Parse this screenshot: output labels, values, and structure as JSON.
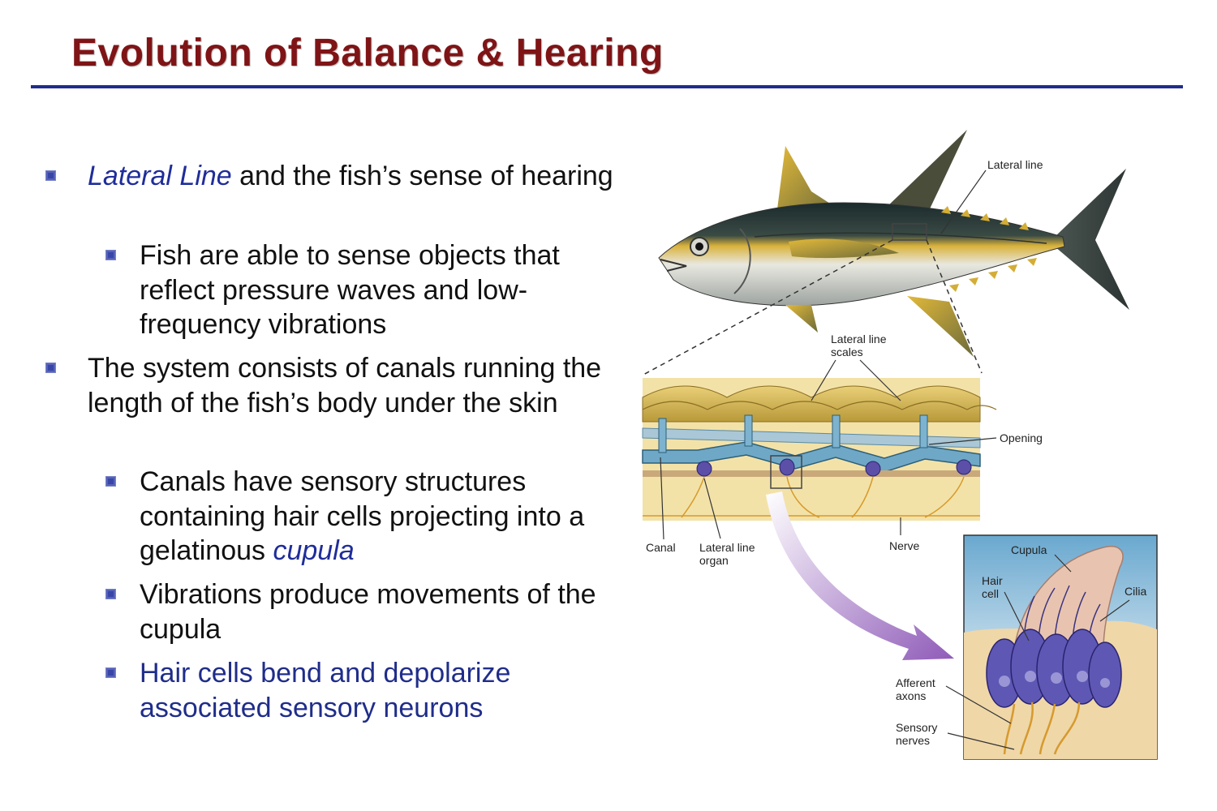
{
  "title": "Evolution of Balance & Hearing",
  "bullets": {
    "b1_em": "Lateral Line",
    "b1_rest": " and the fish’s sense of hearing",
    "b1_sub1": "Fish are able to sense objects that reflect pressure waves and low-frequency vibrations",
    "b2": "The system consists of canals running the length of the fish’s body under the skin",
    "b2_sub1_text": "Canals have sensory structures containing hair cells projecting into a gelatinous ",
    "b2_sub1_em": "cupula",
    "b2_sub2": "Vibrations produce movements of the cupula",
    "b2_sub3": "Hair cells bend and depolarize associated sensory neurons"
  },
  "diagram_labels": {
    "lateral_line": "Lateral line",
    "lateral_line_scales_1": "Lateral line",
    "lateral_line_scales_2": "scales",
    "opening": "Opening",
    "canal": "Canal",
    "lateral_line_organ_1": "Lateral line",
    "lateral_line_organ_2": "organ",
    "nerve": "Nerve",
    "cupula": "Cupula",
    "hair_cell_1": "Hair",
    "hair_cell_2": "cell",
    "cilia": "Cilia",
    "afferent_axons_1": "Afferent",
    "afferent_axons_2": "axons",
    "sensory_nerves_1": "Sensory",
    "sensory_nerves_2": "nerves"
  },
  "colors": {
    "title": "#7f1416",
    "rule": "#1f2d8a",
    "emphasis": "#1f2d9a"
  }
}
